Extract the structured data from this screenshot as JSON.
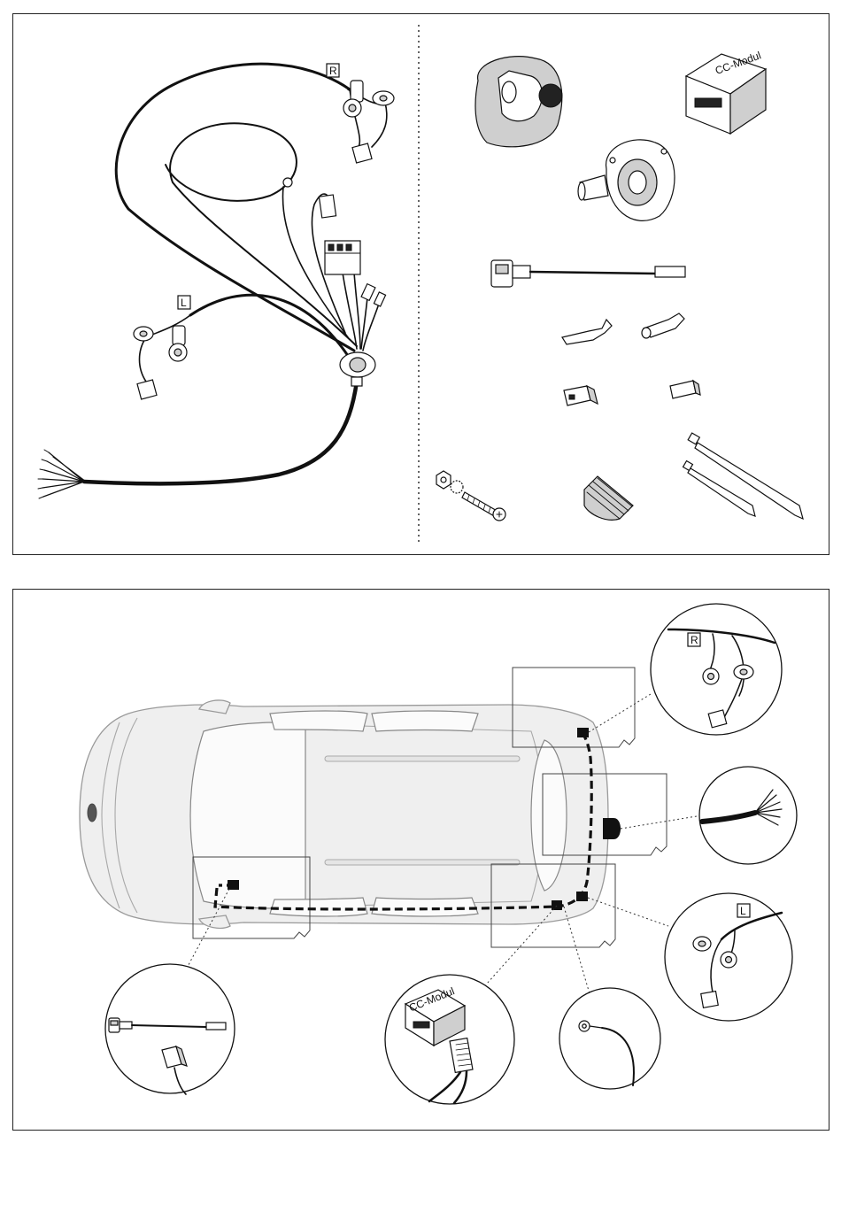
{
  "labels": {
    "right_side": "R",
    "left_side": "L",
    "module_name": "CC-Modul"
  },
  "colors": {
    "line": "#111111",
    "car_body": "#efefef",
    "car_outline": "#9a9a9a",
    "background": "#ffffff"
  },
  "icons": [
    "wiring-harness",
    "trailer-socket",
    "socket-mounting-plate",
    "cc-module",
    "adapter-cable",
    "flat-terminal",
    "crimp-terminal",
    "plug-housing",
    "connector-sleeve",
    "bolt-nut-washer",
    "adhesive-tape",
    "cable-ties",
    "car-top-view",
    "routing-path"
  ]
}
